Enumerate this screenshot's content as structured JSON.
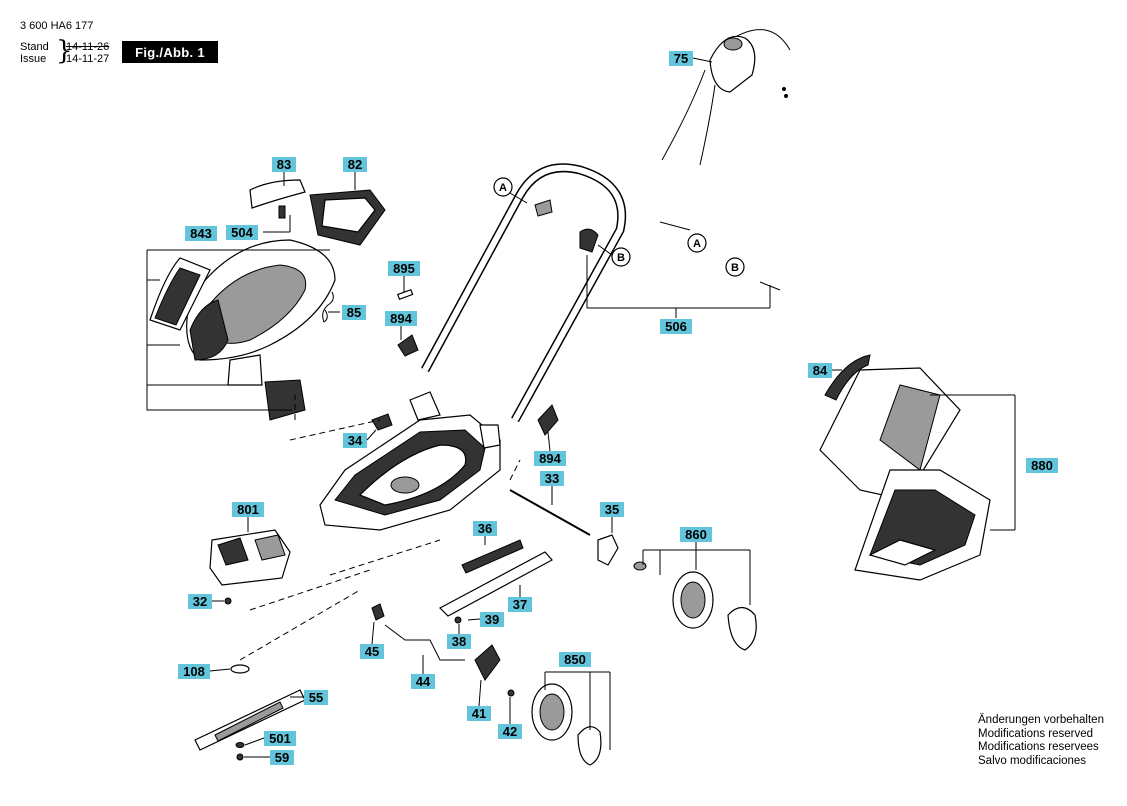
{
  "header": {
    "part_number": "3 600 HA6 177",
    "stand_label": "Stand",
    "issue_label": "Issue",
    "stand_date": "14-11-26",
    "issue_date": "14-11-27",
    "figure": "Fig./Abb. 1"
  },
  "notes": [
    "Änderungen vorbehalten",
    "Modifications reserved",
    "Modifications reservees",
    "Salvo modificaciones"
  ],
  "callouts": {
    "l75": "75",
    "l83": "83",
    "l82": "82",
    "l504": "504",
    "l843": "843",
    "l895": "895",
    "l85": "85",
    "l894a": "894",
    "l894b": "894",
    "l506": "506",
    "l34": "34",
    "l33": "33",
    "l35": "35",
    "l801": "801",
    "l36": "36",
    "l860": "860",
    "l32": "32",
    "l37": "37",
    "l39": "39",
    "l38": "38",
    "l45": "45",
    "l108": "108",
    "l44": "44",
    "l850": "850",
    "l55": "55",
    "l41": "41",
    "l42": "42",
    "l501": "501",
    "l59": "59",
    "l84": "84",
    "l880": "880"
  },
  "markers": {
    "a1": "A",
    "b1": "B",
    "a2": "A",
    "b2": "B"
  }
}
